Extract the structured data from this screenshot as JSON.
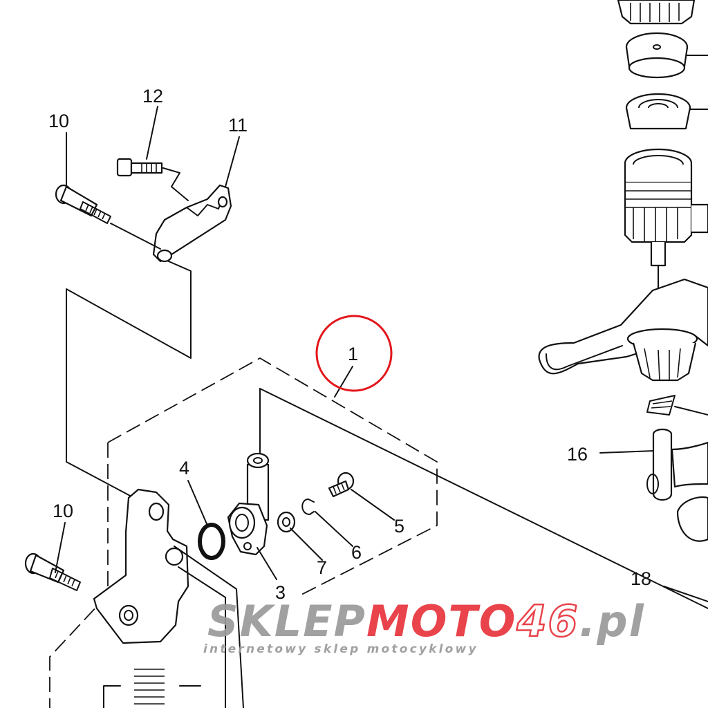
{
  "callouts": {
    "c1": "1",
    "c3": "3",
    "c4": "4",
    "c5": "5",
    "c6": "6",
    "c7": "7",
    "c10a": "10",
    "c10b": "10",
    "c11": "11",
    "c12": "12",
    "c16": "16",
    "c18": "18"
  },
  "watermark": {
    "part1": "SKLEP",
    "part2": "MOTO",
    "part3": "46",
    "part4": ".pl",
    "tagline": "internetowy sklep motocyklowy",
    "colors": {
      "gray": "#9a9a9a",
      "red": "#e8343c"
    }
  },
  "highlight": {
    "color": "#e3161b",
    "target": "1"
  }
}
